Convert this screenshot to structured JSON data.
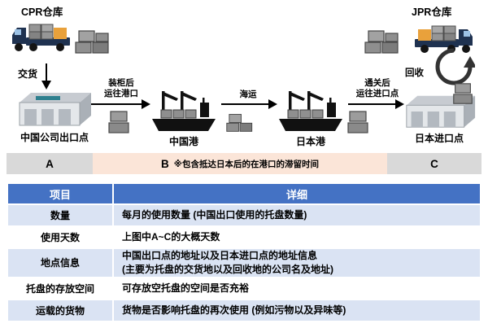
{
  "colors": {
    "header_blue": "#4472C4",
    "row_alt_blue": "#DAE3F3",
    "phase_gray": "#D9D9D9",
    "phase_peach": "#FBE5D8",
    "truck_navy": "#1F3250"
  },
  "diagram": {
    "cpr_warehouse": "CPR仓库",
    "jpr_warehouse": "JPR仓库",
    "delivery": "交货",
    "recycle": "回收",
    "export_point": "中国公司出口点",
    "china_port": "中国港",
    "japan_port": "日本港",
    "import_point": "日本进口点",
    "to_port": "装柜后\n运往港口",
    "sea": "海运",
    "customs": "通关后\n运往进口点",
    "phases": {
      "a": "A",
      "b": "B",
      "b_note": "※包含抵达日本后的在港口的滞留时间",
      "c": "C"
    }
  },
  "table": {
    "headers": [
      "项目",
      "详细"
    ],
    "rows": [
      {
        "item": "数量",
        "detail": "每月的使用数量 (中国出口使用的托盘数量)"
      },
      {
        "item": "使用天数",
        "detail": "上图中A~C的大概天数"
      },
      {
        "item": "地点信息",
        "detail": "中国出口点的地址以及日本进口点的地址信息\n(主要为托盘的交货地以及回收地的公司名及地址)"
      },
      {
        "item": "托盘的存放空间",
        "detail": "可存放空托盘的空间是否充裕"
      },
      {
        "item": "运载的货物",
        "detail": "货物是否影响托盘的再次使用 (例如污物以及异味等)"
      }
    ]
  }
}
